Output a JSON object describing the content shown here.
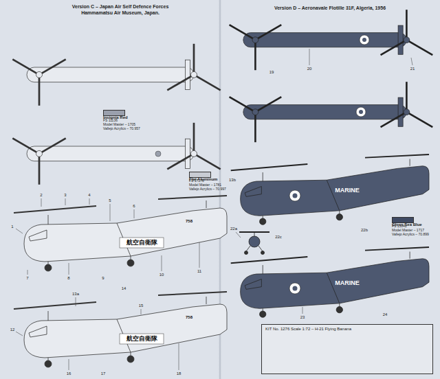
{
  "diagram": {
    "nodes": [
      {
        "text": [
          "KIT No. 1276 Scale 1:72 – H-21 Flying Banana"
        ]
      }
    ],
    "labels": [
      "Version C – Japan Air Self Defence Forces",
      "Hammamatsu Air Museum, Japan.",
      "Version D – Aeronavale Flotille 31F, Algeria, 1956",
      "FS 11136",
      "Model Master – 1705",
      "Vallejo Acrylics – 70.957",
      "FS 17178",
      "Model Master – 1781",
      "Vallejo Acrylics – 70.997",
      "FS 15042",
      "Model Master – 1717",
      "Vallejo Acrylics – 70.899",
      "航空自衛隊",
      "航空自衛隊",
      "758",
      "758",
      "MARINE",
      "MARINE",
      "1",
      "2",
      "3",
      "4",
      "5",
      "6",
      "7",
      "8",
      "9",
      "10",
      "11",
      "12",
      "13a",
      "13b",
      "14",
      "15",
      "16",
      "17",
      "18",
      "19",
      "20",
      "21",
      "22a",
      "22b",
      "22c",
      "23",
      "24"
    ],
    "legend": [
      {
        "text": "Insignia Red",
        "color": "#9aa0ad"
      },
      {
        "text": "Flat Aluminum",
        "color": "#c8ccd3"
      },
      {
        "text": "Gloss Sea Blue",
        "color": "#3f4a63"
      }
    ]
  }
}
